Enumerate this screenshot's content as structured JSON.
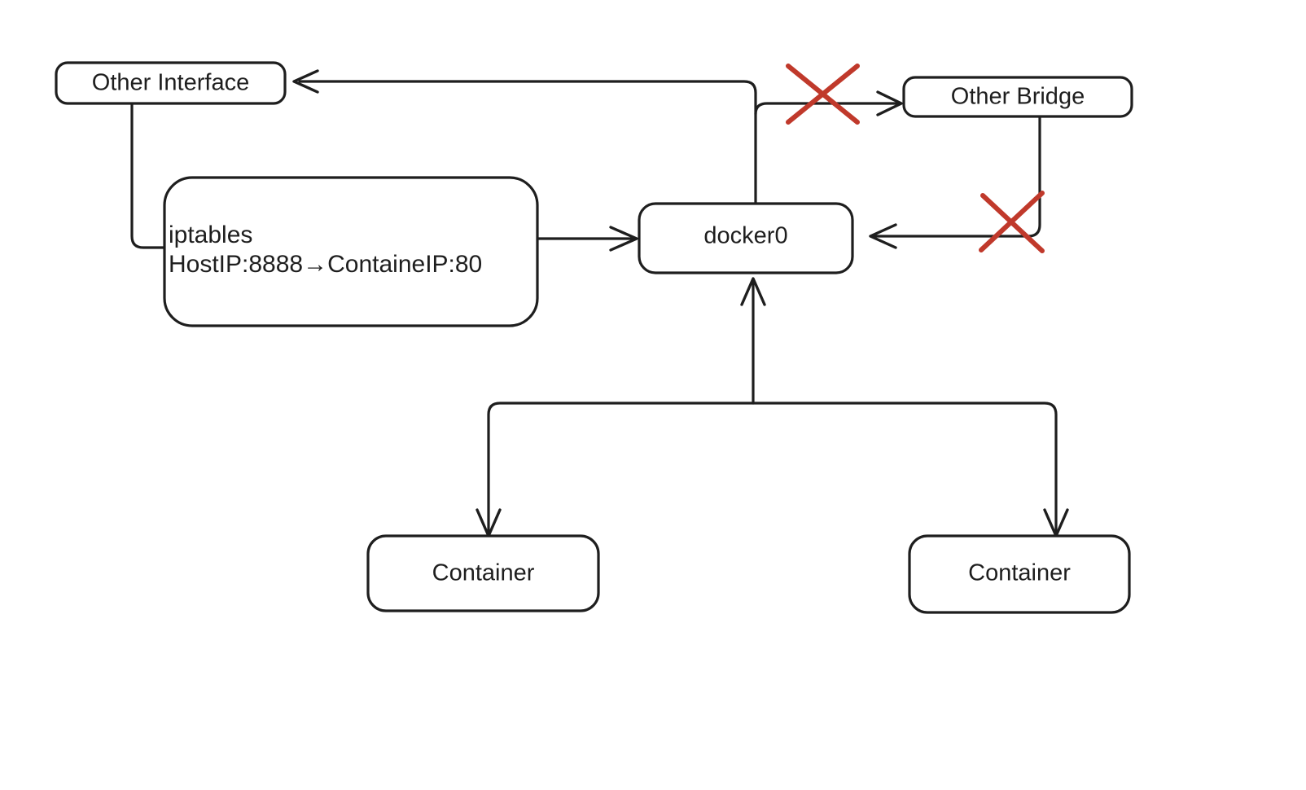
{
  "diagram": {
    "title": "Docker bridge networking with iptables port forwarding",
    "background_color": "#ffffff",
    "stroke_color": "#1e1e1e",
    "blocked_color": "#c0392b",
    "nodes": {
      "other_interface": {
        "label": "Other Interface"
      },
      "iptables": {
        "label_line1": "iptables",
        "label_line2": "HostIP:8888→ContaineIP:80"
      },
      "docker0": {
        "label": "docker0"
      },
      "other_bridge": {
        "label": "Other Bridge"
      },
      "container_left": {
        "label": "Container"
      },
      "container_right": {
        "label": "Container"
      }
    },
    "markers": {
      "blocked_to_other_bridge": {
        "name": "red-cross",
        "glyph": "X"
      },
      "blocked_from_other_bridge": {
        "name": "red-cross",
        "glyph": "X"
      }
    }
  }
}
